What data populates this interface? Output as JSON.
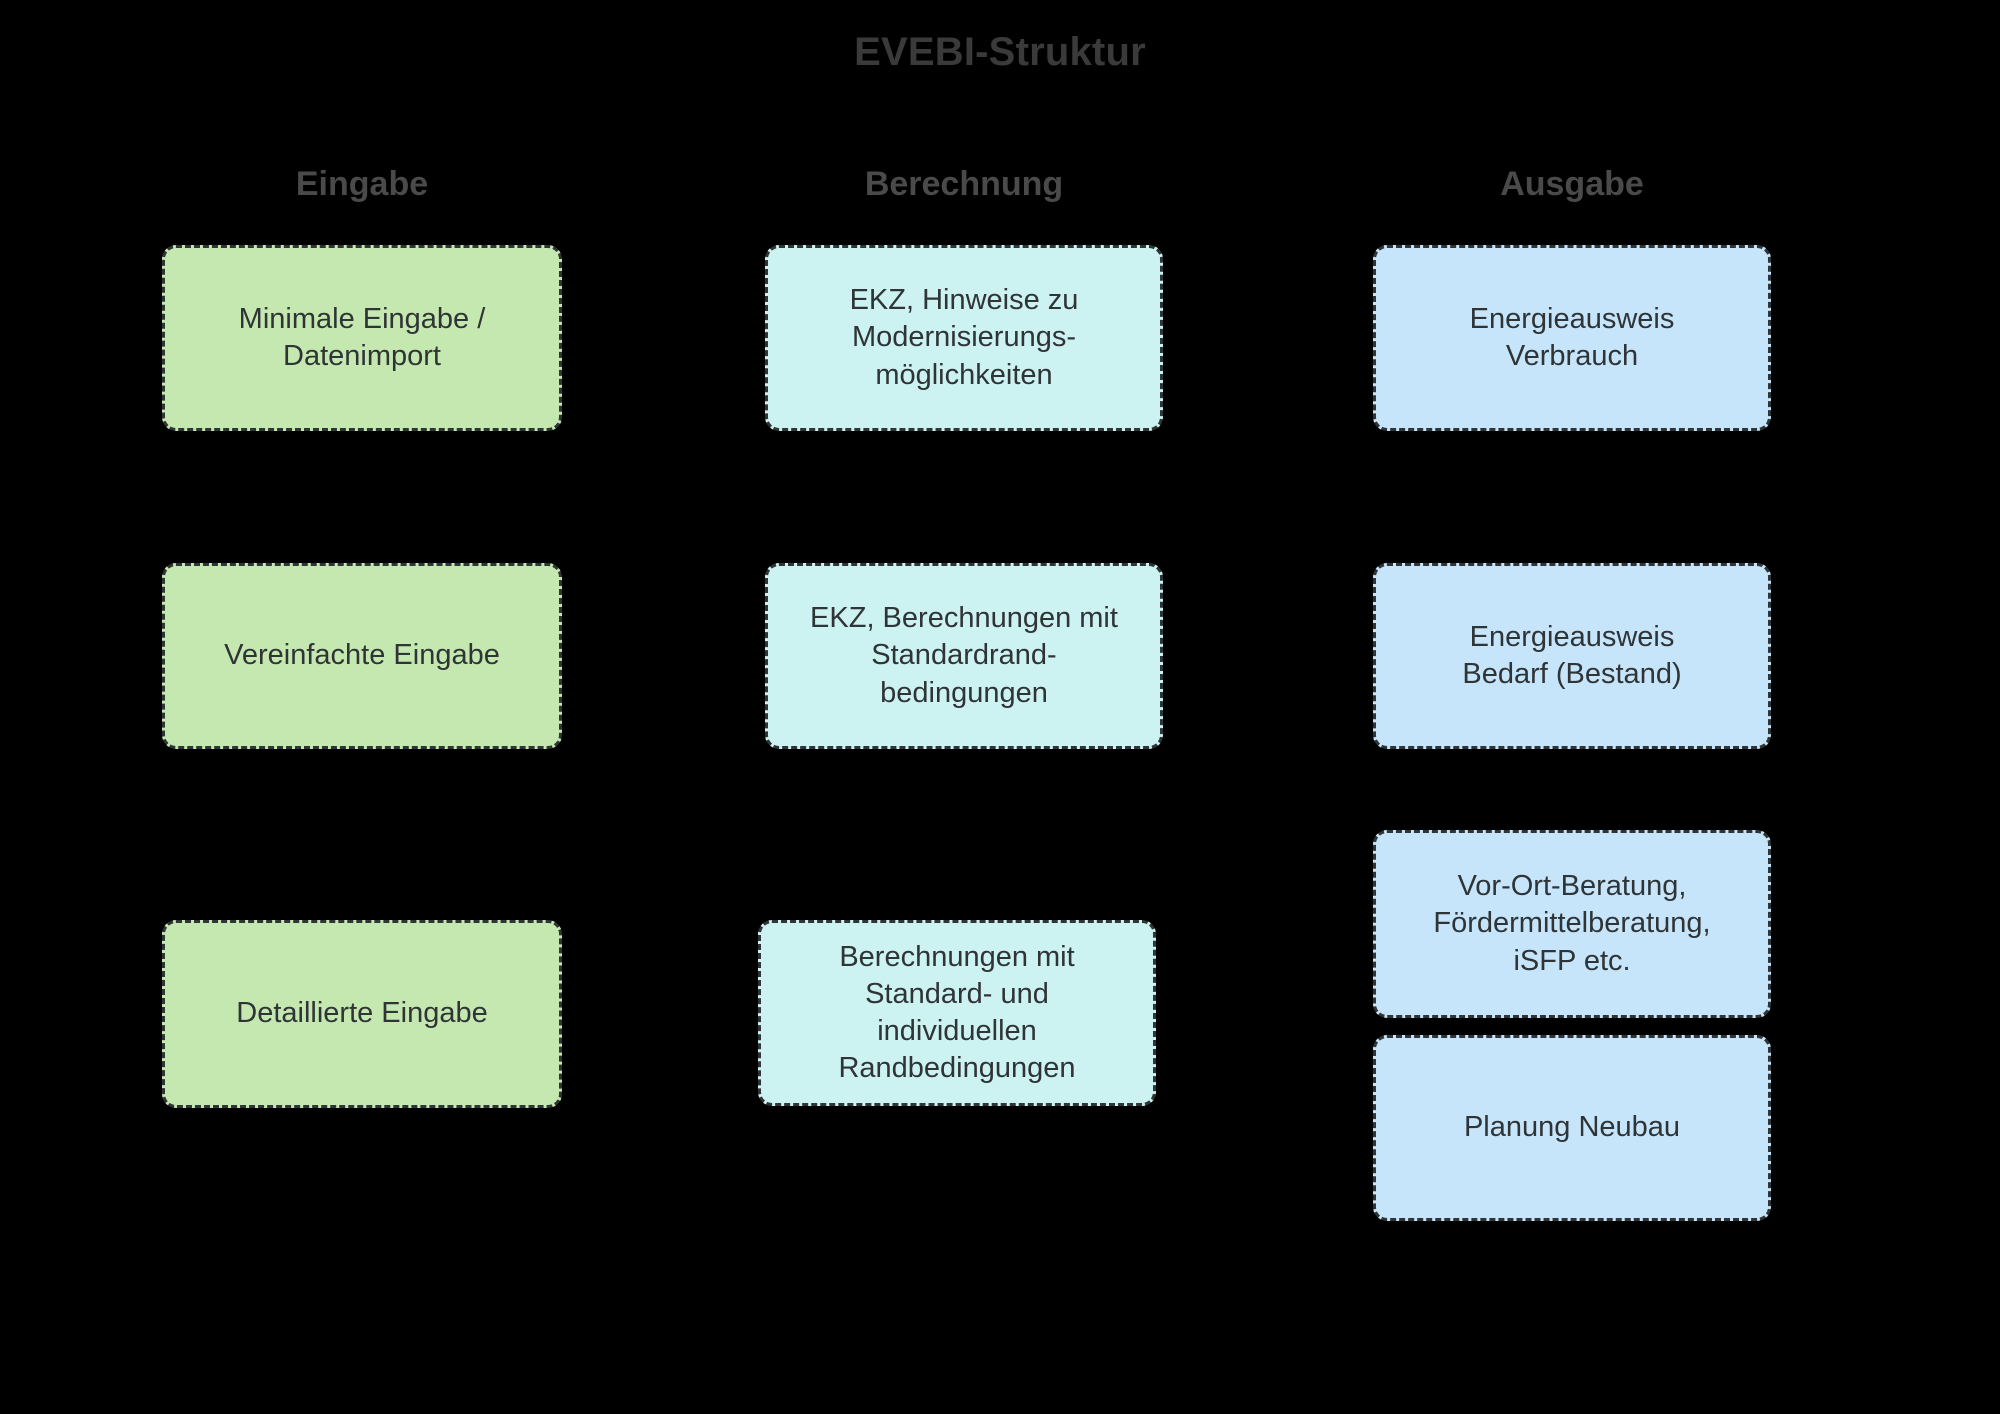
{
  "diagram": {
    "title": "EVEBI-Struktur",
    "background_color": "#000000",
    "columns": [
      {
        "id": "eingabe",
        "header": "Eingabe",
        "accent_color": "#c5e8b0",
        "nodes": [
          {
            "label": "Minimale Eingabe /\nDatenimport"
          },
          {
            "label": "Vereinfachte Eingabe"
          },
          {
            "label": "Detaillierte Eingabe"
          }
        ]
      },
      {
        "id": "berechnung",
        "header": "Berechnung",
        "accent_color": "#cdf2f2",
        "nodes": [
          {
            "label": "EKZ, Hinweise zu\nModernisierungs-\nmöglichkeiten"
          },
          {
            "label": "EKZ, Berechnungen mit\nStandardrand-\nbedingungen"
          },
          {
            "label": "Berechnungen mit\nStandard- und\nindividuellen\nRandbedingungen"
          }
        ]
      },
      {
        "id": "ausgabe",
        "header": "Ausgabe",
        "accent_color": "#c6e5fb",
        "nodes": [
          {
            "label": "Energieausweis\nVerbrauch"
          },
          {
            "label": "Energieausweis\nBedarf (Bestand)"
          },
          {
            "label": "Vor-Ort-Beratung,\nFördermittelberatung,\niSFP etc."
          },
          {
            "label": "Planung Neubau"
          }
        ]
      }
    ],
    "style": {
      "border_color": "#2f3436",
      "border_style": "dashed",
      "text_color": "#2f3436",
      "title_color": "#3a3a3a",
      "header_color": "#4a4a4a"
    }
  }
}
